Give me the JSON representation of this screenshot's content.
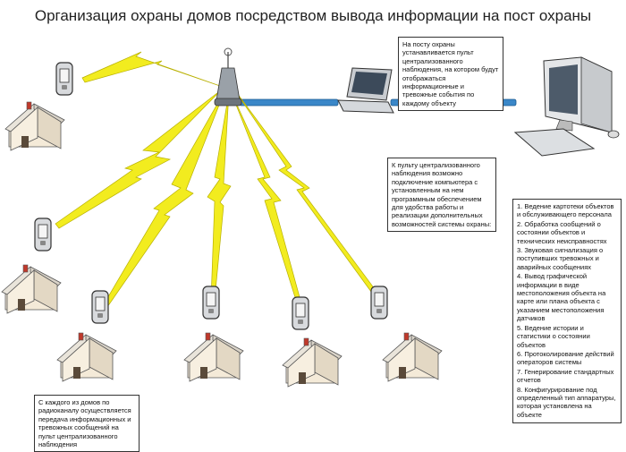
{
  "title": "Организация охраны домов посредством вывода информации на пост охраны",
  "notes": {
    "post": "На посту охраны устанавливается пульт централизованного наблюдения, на котором будут отображаться информационные и тревожные события по каждому объекту",
    "computer": "К пульту централизованного наблюдения возможно подключение компьютера с установленным на нем программным обеспечением для удобства работы и реализации дополнительных возможностей системы охраны:",
    "features": [
      "1. Ведение картотеки объектов и обслуживающего персонала",
      "2. Обработка сообщений о состоянии объектов и технических неисправностях",
      "3. Звуковая сигнализация о поступивших тревожных и аварийных сообщениях",
      "4. Вывод графической информации в виде местоположения объекта на карте или плана объекта с указанием местоположения датчиков",
      "5. Ведение истории и статистики о состоянии объектов",
      "6. Протоколирование действий операторов системы",
      "7. Генерирование стандартных отчетов",
      "8. Конфигурирование под определенный тип аппаратуры, которая установлена на объекте"
    ],
    "houses": "С каждого из домов по радиоканалу осуществляется передача информационных и тревожных сообщений на пульт централизованного наблюдения"
  },
  "colors": {
    "lightning": "#f2ec1f",
    "lightning_stroke": "#b8b000",
    "cable": "#3a87c8",
    "house_wall": "#f4ead8",
    "house_roof": "#e8e4dc",
    "chimney": "#c0392b",
    "device": "#d8dadd"
  },
  "icons": [
    "antenna-icon",
    "laptop-icon",
    "desktop-computer-icon",
    "house-icon",
    "radio-transmitter-icon"
  ]
}
